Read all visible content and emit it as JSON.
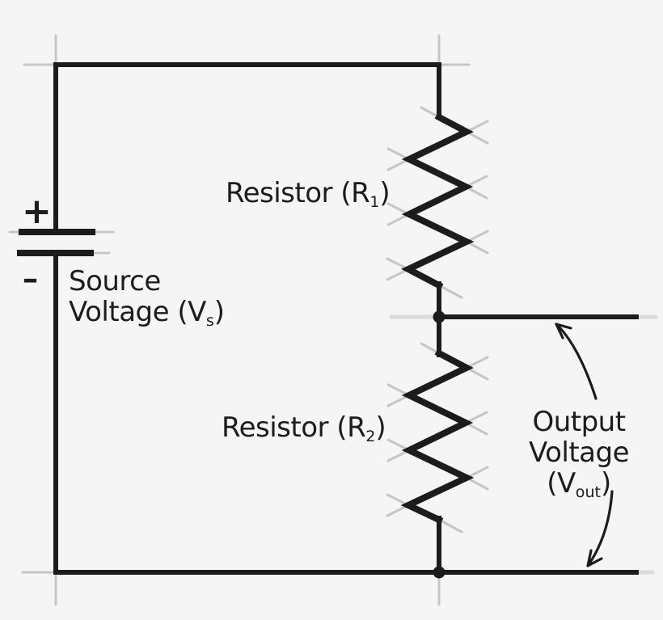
{
  "theme": {
    "background": "#f5f5f5",
    "ink": "#1c1c1c",
    "sketch": "#c6c6c6"
  },
  "battery": {
    "plus": "+",
    "minus": "-"
  },
  "labels": {
    "source": {
      "line1": "Source",
      "line2_pre": "Voltage (V",
      "sub": "s",
      "close": ")"
    },
    "r1": {
      "pre": "Resistor (R",
      "sub": "1",
      "close": ")"
    },
    "r2": {
      "pre": "Resistor (R",
      "sub": "2",
      "close": ")"
    },
    "output": {
      "line1": "Output",
      "line2": "Voltage",
      "line3_pre": "(V",
      "sub": "out",
      "close": ")"
    }
  }
}
